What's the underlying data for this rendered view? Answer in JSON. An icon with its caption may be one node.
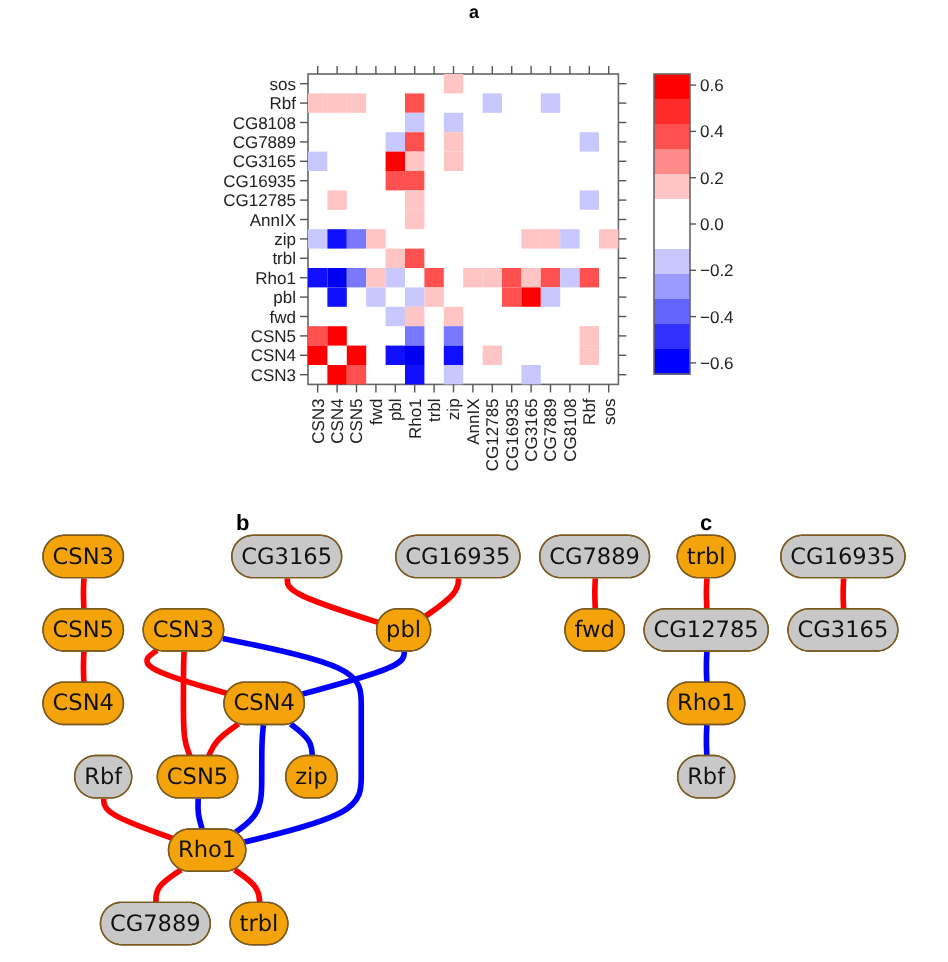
{
  "diagram": {
    "nodes": [
      {
        "text": [
          "CG3165"
        ]
      },
      {
        "text": [
          "CG16935"
        ]
      },
      {
        "text": [
          "pbl"
        ]
      },
      {
        "text": [
          "Rbf"
        ]
      },
      {
        "text": [
          "CSN3"
        ]
      },
      {
        "text": [
          "CSN4"
        ]
      },
      {
        "text": [
          "CSN5"
        ]
      },
      {
        "text": [
          "Rho1"
        ]
      },
      {
        "text": [
          "zip"
        ]
      },
      {
        "text": [
          "trbl"
        ]
      },
      {
        "text": [
          "CG7889"
        ]
      },
      {
        "text": [
          "CG7889"
        ]
      },
      {
        "text": [
          "fwd"
        ]
      },
      {
        "text": [
          "trbl"
        ]
      },
      {
        "text": [
          "CSN3"
        ]
      },
      {
        "text": [
          "CSN5"
        ]
      },
      {
        "text": [
          "CSN4"
        ]
      },
      {
        "text": [
          "CG12785"
        ]
      },
      {
        "text": [
          "Rho1"
        ]
      },
      {
        "text": [
          "Rbf"
        ]
      },
      {
        "text": [
          "CG16935"
        ]
      },
      {
        "text": [
          "CG3165"
        ]
      }
    ],
    "edges": [
      {
        "from": 0,
        "to": 2,
        "arrow": "none"
      },
      {
        "from": 1,
        "to": 2,
        "arrow": "none"
      },
      {
        "from": 2,
        "to": 5,
        "arrow": "none",
        "color": "#0000ff"
      },
      {
        "from": 4,
        "to": 5,
        "arrow": "none"
      },
      {
        "from": 4,
        "to": 6,
        "arrow": "none"
      },
      {
        "from": 4,
        "to": 7,
        "arrow": "none",
        "color": "#0000ff"
      },
      {
        "from": 5,
        "to": 6,
        "arrow": "none"
      },
      {
        "from": 5,
        "to": 7,
        "arrow": "none",
        "color": "#0000ff"
      },
      {
        "from": 6,
        "to": 7,
        "arrow": "none",
        "color": "#0000ff"
      },
      {
        "from": 3,
        "to": 7,
        "arrow": "none"
      },
      {
        "from": 5,
        "to": 8,
        "arrow": "none",
        "color": "#0000ff"
      },
      {
        "from": 7,
        "to": 10,
        "arrow": "none"
      },
      {
        "from": 7,
        "to": 9,
        "arrow": "none"
      },
      {
        "from": 11,
        "to": 12,
        "arrow": "none"
      },
      {
        "from": 14,
        "to": 15,
        "arrow": "none"
      },
      {
        "from": 15,
        "to": 16,
        "arrow": "none"
      },
      {
        "from": 13,
        "to": 17,
        "arrow": "none"
      },
      {
        "from": 17,
        "to": 18,
        "arrow": "none",
        "color": "#0000ff"
      },
      {
        "from": 18,
        "to": 19,
        "arrow": "none",
        "color": "#0000ff"
      },
      {
        "from": 20,
        "to": 21,
        "arrow": "none"
      }
    ],
    "labels": [
      "a",
      "sos",
      "Rbf",
      "CG8108",
      "CG7889",
      "CG3165",
      "CG16935",
      "CG12785",
      "AnnIX",
      "zip",
      "trbl",
      "Rho1",
      "pbl",
      "fwd",
      "CSN5",
      "CSN4",
      "CSN3",
      "CSN3",
      "CSN4",
      "CSN5",
      "fwd",
      "pbl",
      "Rho1",
      "trbl",
      "zip",
      "AnnIX",
      "CG12785",
      "CG16935",
      "CG3165",
      "CG7889",
      "CG8108",
      "Rbf",
      "sos",
      "0.6",
      "0.4",
      "0.2",
      "0.0",
      "−0.2",
      "−0.4",
      "−0.6",
      "b",
      "c"
    ]
  }
}
